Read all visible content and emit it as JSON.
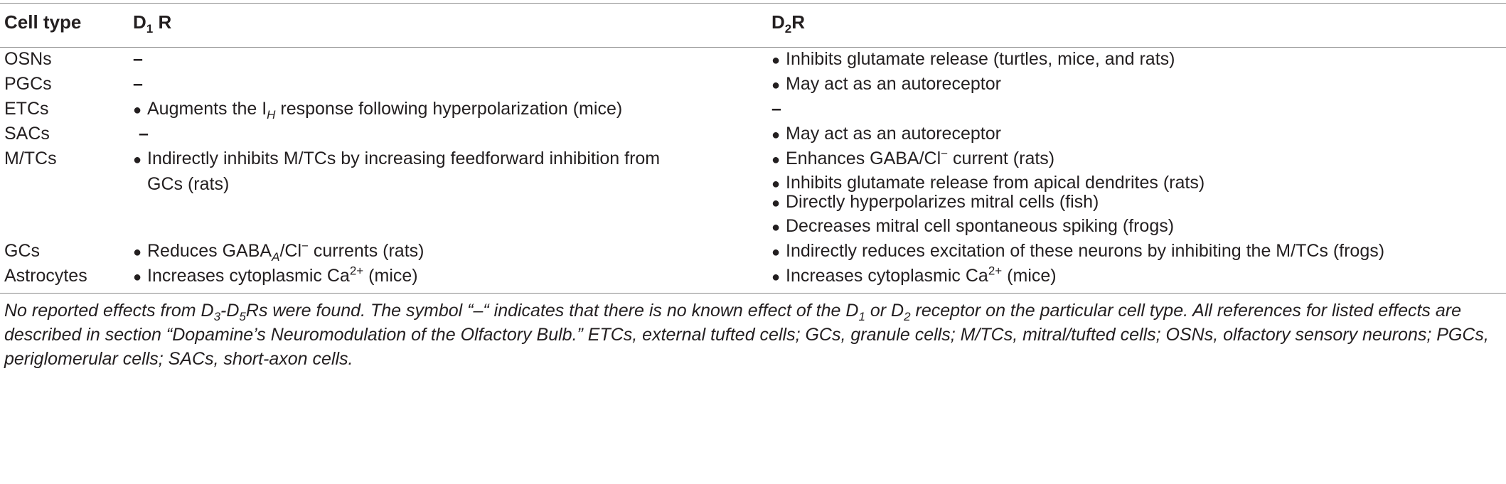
{
  "table": {
    "headers": {
      "cell_type": "Cell type",
      "d1r": "D",
      "d1r_sub": "1",
      "d1r_tail": "R",
      "d2r": "D",
      "d2r_sub": "2",
      "d2r_tail": "R"
    },
    "rows": [
      {
        "cell_type": "OSNs",
        "d1r": [
          "–"
        ],
        "d2r": [
          "Inhibits glutamate release (turtles, mice, and rats)"
        ]
      },
      {
        "cell_type": "PGCs",
        "d1r": [
          "–"
        ],
        "d2r": [
          "May act as an autoreceptor"
        ]
      },
      {
        "cell_type": "ETCs",
        "d1r": [
          "Augments the I",
          "H",
          " response following hyperpolarization (mice)"
        ],
        "d2r": [
          "–"
        ]
      },
      {
        "cell_type": "SACs",
        "d1r": [
          "–"
        ],
        "d2r": [
          "May act as an autoreceptor"
        ]
      },
      {
        "cell_type": "M/TCs",
        "d1r": [
          "Indirectly inhibits M/TCs by increasing feedforward inhibition from",
          "GCs (rats)"
        ],
        "d2r": [
          "Enhances GABA/Cl",
          "−",
          " current (rats)",
          "Inhibits glutamate release from apical dendrites (rats)",
          "Directly hyperpolarizes mitral cells (fish)",
          "Decreases mitral cell spontaneous spiking (frogs)"
        ]
      },
      {
        "cell_type": "GCs",
        "d1r": [
          "Reduces GABA",
          "A",
          "/Cl",
          "−",
          " currents (rats)"
        ],
        "d2r": [
          "Indirectly reduces excitation of these neurons by inhibiting the M/TCs (frogs)"
        ]
      },
      {
        "cell_type": "Astrocytes",
        "d1r": [
          "Increases cytoplasmic Ca",
          "2+",
          " (mice)"
        ],
        "d2r": [
          "Increases cytoplasmic Ca",
          "2+",
          " (mice)"
        ]
      }
    ]
  },
  "footnote": "No reported effects from D3-D5Rs were found. The symbol “–“ indicates that there is no known effect of the D1 or D2 receptor on the particular cell type. All references for listed effects are described in section “Dopamine’s Neuromodulation of the Olfactory Bulb.” ETCs, external tufted cells; GCs, granule cells; M/TCs, mitral/tufted cells; OSNs, olfactory sensory neurons; PGCs, periglomerular cells; SACs, short-axon cells.",
  "footnote_parts": {
    "p1": "No reported effects from D",
    "s1": "3",
    "p2": "-D",
    "s2": "5",
    "p3": "Rs were found. The symbol “–“ indicates that there is no known effect of the D",
    "s3": "1",
    "p4": " or D",
    "s4": "2",
    "p5": " receptor on the particular cell type. All references for listed effects are described in section “Dopamine’s Neuromodulation of the Olfactory Bulb.” ETCs, external tufted cells; GCs, granule cells; M/TCs, mitral/tufted cells; OSNs, olfactory sensory neurons; PGCs, periglomerular cells; SACs, short-axon cells."
  }
}
